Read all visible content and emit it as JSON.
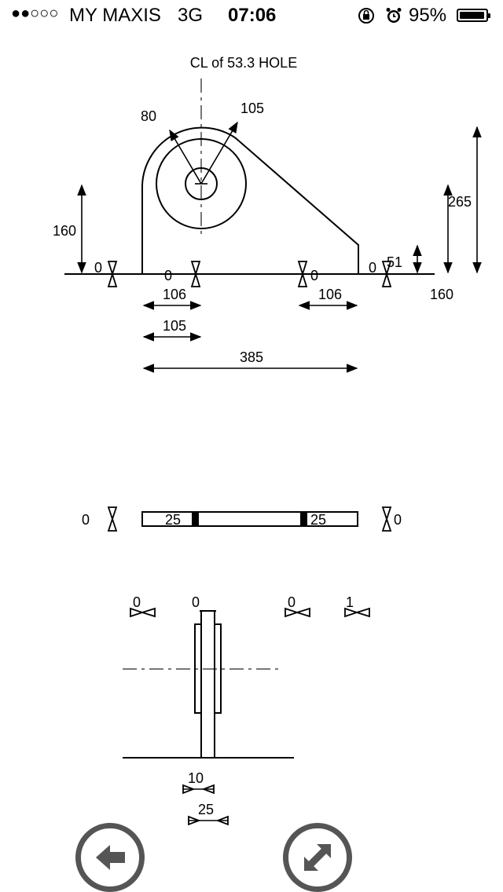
{
  "status_bar": {
    "signal": "●●○○○",
    "carrier": "MY MAXIS",
    "network": "3G",
    "time": "07:06",
    "battery": "95%"
  },
  "drawing": {
    "cl_label": "CL of 53.3 HOLE",
    "front_view": {
      "radius_inner": "80",
      "radius_outer": "105",
      "hole_height": "160",
      "total_height": "265",
      "chamfer_height": "51",
      "right_extension": "160",
      "offset_left": "0",
      "offset_inner_left": "0",
      "offset_inner_right": "0",
      "offset_right": "0",
      "left_width": "106",
      "right_width": "106",
      "radius_width": "105",
      "total_width": "385"
    },
    "plan_view": {
      "offset_left": "0",
      "slot_left": "25",
      "slot_right": "25",
      "offset_right": "0"
    },
    "side_view": {
      "offset_a": "0",
      "offset_b": "0",
      "offset_c": "0",
      "offset_d": "1",
      "thickness": "10",
      "boss_width": "25"
    }
  },
  "buttons": {
    "back": "back",
    "expand": "expand"
  }
}
